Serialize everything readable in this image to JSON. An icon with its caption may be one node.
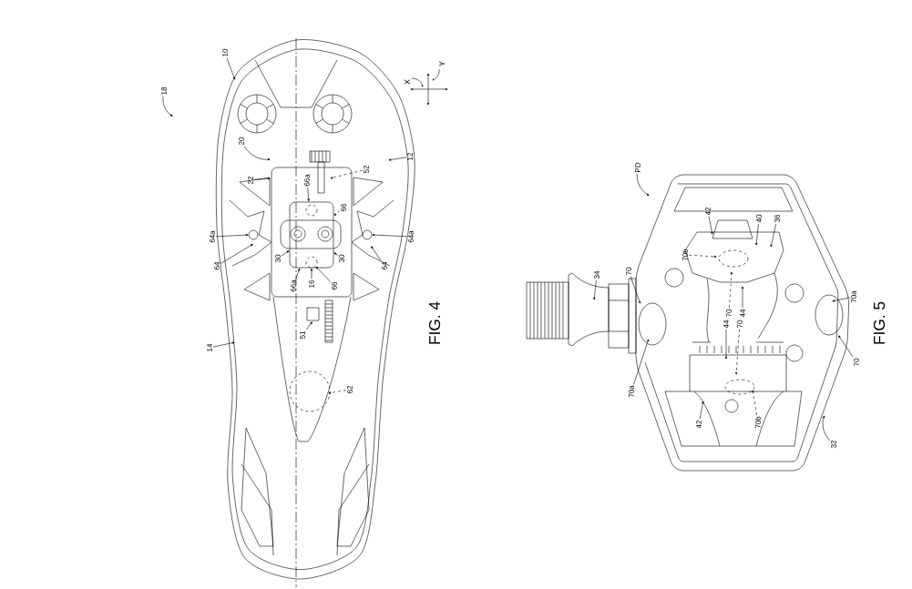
{
  "diagram": {
    "nodes": [
      {
        "text": [
          "18"
        ]
      },
      {
        "text": [
          "10"
        ]
      },
      {
        "text": [
          "20"
        ]
      },
      {
        "text": [
          "22"
        ]
      },
      {
        "text": [
          "52"
        ]
      },
      {
        "text": [
          "12"
        ]
      },
      {
        "text": [
          "66a"
        ]
      },
      {
        "text": [
          "66"
        ]
      },
      {
        "text": [
          "64a"
        ]
      },
      {
        "text": [
          "64a"
        ]
      },
      {
        "text": [
          "64"
        ]
      },
      {
        "text": [
          "30"
        ]
      },
      {
        "text": [
          "30"
        ]
      },
      {
        "text": [
          "64"
        ]
      },
      {
        "text": [
          "66a"
        ]
      },
      {
        "text": [
          "16"
        ]
      },
      {
        "text": [
          "66"
        ]
      },
      {
        "text": [
          "51"
        ]
      },
      {
        "text": [
          "14"
        ]
      },
      {
        "text": [
          "62"
        ]
      },
      {
        "text": [
          "PD"
        ]
      },
      {
        "text": [
          "42"
        ]
      },
      {
        "text": [
          "70b"
        ]
      },
      {
        "text": [
          "40"
        ]
      },
      {
        "text": [
          "36"
        ]
      },
      {
        "text": [
          "34"
        ]
      },
      {
        "text": [
          "70"
        ]
      },
      {
        "text": [
          "70"
        ]
      },
      {
        "text": [
          "44"
        ]
      },
      {
        "text": [
          "70a"
        ]
      },
      {
        "text": [
          "44"
        ]
      },
      {
        "text": [
          "70"
        ]
      },
      {
        "text": [
          "70a"
        ]
      },
      {
        "text": [
          "70"
        ]
      },
      {
        "text": [
          "42"
        ]
      },
      {
        "text": [
          "70b"
        ]
      },
      {
        "text": [
          "32"
        ]
      },
      {
        "text": [],
        "shape": "circle",
        "in": 38
      },
      {
        "text": [],
        "shape": "box"
      }
    ],
    "edges": [
      {
        "from": 0,
        "to": null,
        "arrow": "to"
      },
      {
        "from": 1,
        "to": null,
        "arrow": "to"
      },
      {
        "from": 2,
        "to": null,
        "arrow": "to"
      },
      {
        "from": 3,
        "to": null,
        "arrow": "to"
      },
      {
        "from": 4,
        "to": null,
        "arrow": "to",
        "style": "dashed"
      },
      {
        "from": 5,
        "to": null,
        "arrow": "to"
      },
      {
        "from": 6,
        "to": 38,
        "arrow": "to"
      },
      {
        "from": 7,
        "to": 38,
        "arrow": "to",
        "style": "dashed"
      },
      {
        "from": 8,
        "to": null,
        "arrow": "to"
      },
      {
        "from": 9,
        "to": null,
        "arrow": "to"
      },
      {
        "from": 10,
        "to": null,
        "arrow": "to"
      },
      {
        "from": 11,
        "to": 38,
        "arrow": "to"
      },
      {
        "from": 12,
        "to": 38,
        "arrow": "to"
      },
      {
        "from": 13,
        "to": null,
        "arrow": "to"
      },
      {
        "from": 14,
        "to": 38,
        "arrow": "to"
      },
      {
        "from": 15,
        "to": 38,
        "arrow": "to"
      },
      {
        "from": 16,
        "to": 37,
        "arrow": "to"
      },
      {
        "from": 17,
        "to": null,
        "arrow": "to"
      },
      {
        "from": 18,
        "to": null,
        "arrow": "to"
      },
      {
        "from": 19,
        "to": null,
        "arrow": "to",
        "style": "dashed"
      },
      {
        "from": 20,
        "to": null,
        "arrow": "to"
      },
      {
        "from": 21,
        "to": null,
        "arrow": "to"
      },
      {
        "from": 22,
        "to": null,
        "arrow": "to",
        "style": "dashed"
      },
      {
        "from": 23,
        "to": null,
        "arrow": "to"
      },
      {
        "from": 24,
        "to": null,
        "arrow": "to"
      },
      {
        "from": 25,
        "to": null,
        "arrow": "to"
      },
      {
        "from": 26,
        "to": null,
        "arrow": "to"
      },
      {
        "from": 27,
        "to": null,
        "arrow": "to",
        "style": "dashed"
      },
      {
        "from": 28,
        "to": null,
        "arrow": "to"
      },
      {
        "from": 29,
        "to": null,
        "arrow": "to"
      },
      {
        "from": 30,
        "to": null,
        "arrow": "to"
      },
      {
        "from": 31,
        "to": null,
        "arrow": "to",
        "style": "dashed"
      },
      {
        "from": 32,
        "to": null,
        "arrow": "to"
      },
      {
        "from": 33,
        "to": null,
        "arrow": "to"
      },
      {
        "from": 34,
        "to": null,
        "arrow": "to"
      },
      {
        "from": 35,
        "to": null,
        "arrow": "to",
        "style": "dashed"
      },
      {
        "from": 36,
        "to": null,
        "arrow": "to"
      }
    ],
    "labels": [
      "X",
      "Y",
      "FIG. 4",
      "FIG. 5"
    ]
  }
}
